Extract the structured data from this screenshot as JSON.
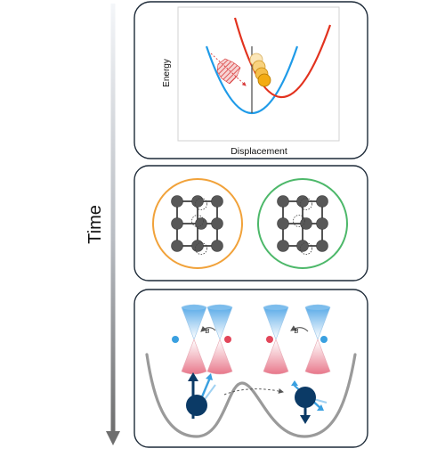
{
  "time_axis": {
    "label": "Time"
  },
  "panel_energy": {
    "ylabel": "Energy",
    "xlabel": "Displacement",
    "curve_colors": {
      "ground": "#1f9be8",
      "excited": "#e2321e"
    },
    "wavepacket_colors": [
      "#fbe6b8",
      "#f8d27e",
      "#f6bf4a",
      "#f3ab12"
    ]
  },
  "panel_lattice": {
    "left_ring_color": "#f1a23a",
    "right_ring_color": "#4db86a",
    "atom_color": "#585858"
  },
  "panel_valley": {
    "field_label": "B",
    "spin_colors": {
      "up": "#0b3a66",
      "tilt": "#3aa0e0"
    },
    "cone_colors": {
      "top": "#4aa3e6",
      "bottom": "#e8778a"
    }
  }
}
